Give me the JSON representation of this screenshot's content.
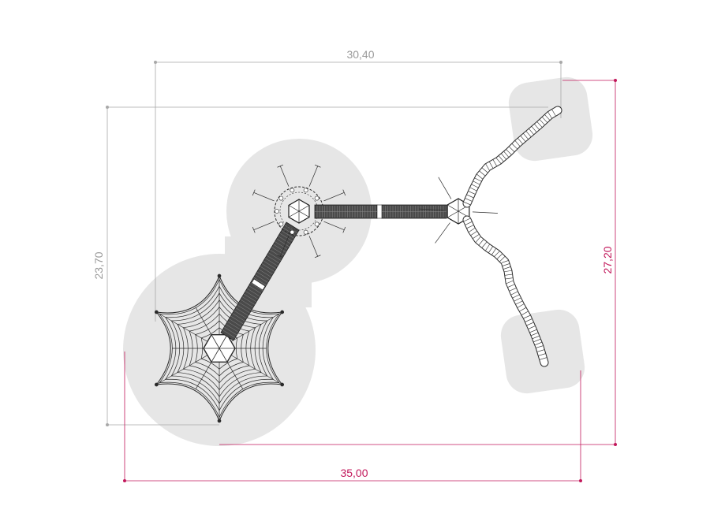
{
  "dimensions": {
    "overall_width": {
      "label": "30,40",
      "color": "#9a9a9a"
    },
    "overall_depth": {
      "label": "23,70",
      "color": "#9a9a9a"
    },
    "safety_width": {
      "label": "35,00",
      "color": "#c2185b"
    },
    "safety_depth": {
      "label": "27,20",
      "color": "#c2185b"
    }
  },
  "colors": {
    "safety_zone": "#e6e6e6",
    "structure": "#3a3a3a",
    "net": "#2a2a2a",
    "dim_grey": "#a8a8a8",
    "dim_magenta": "#c2185b"
  }
}
